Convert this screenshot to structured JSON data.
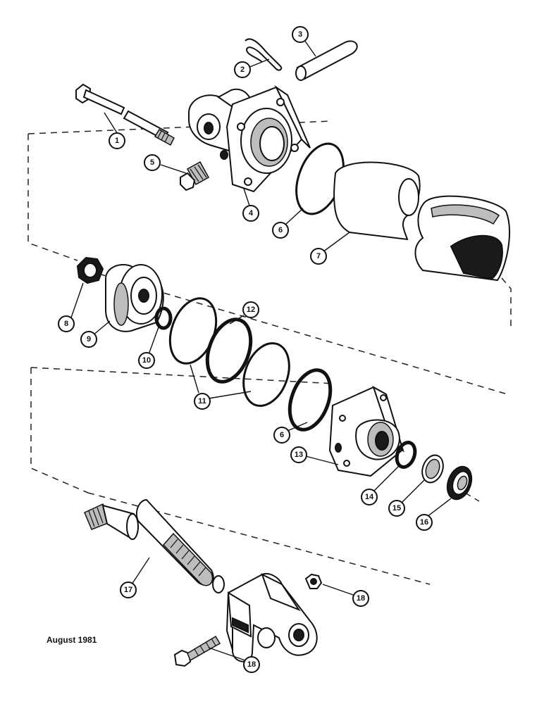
{
  "callouts": {
    "c1": "1",
    "c2": "2",
    "c3": "3",
    "c4": "4",
    "c5": "5",
    "c6a": "6",
    "c6b": "6",
    "c7": "7",
    "c8": "8",
    "c9": "9",
    "c10": "10",
    "c11": "11",
    "c12": "12",
    "c13": "13",
    "c14": "14",
    "c15": "15",
    "c16": "16",
    "c17": "17",
    "c18a": "18",
    "c18b": "18"
  },
  "caption": "August 1981"
}
